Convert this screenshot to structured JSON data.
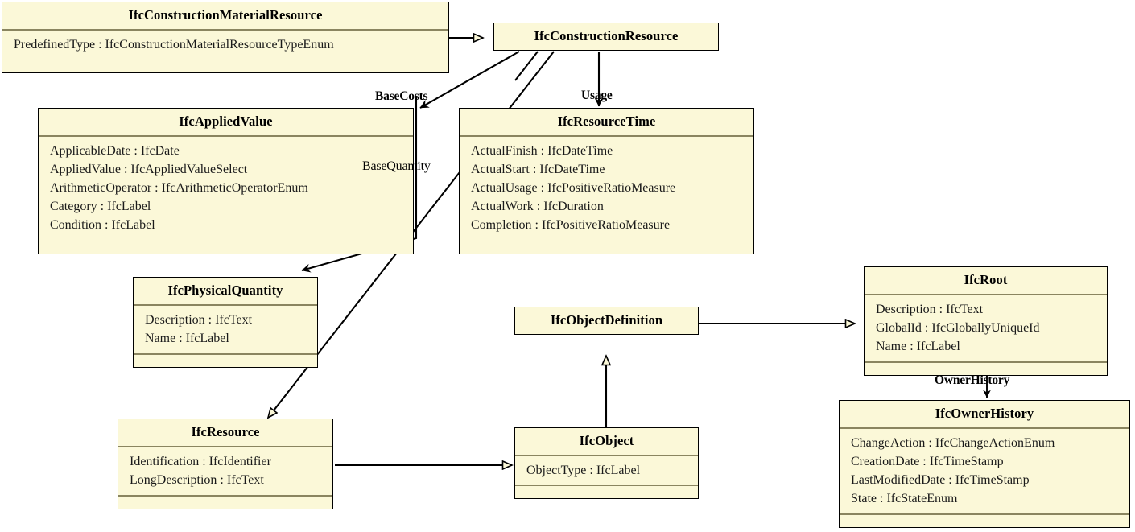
{
  "diagram": {
    "kind": "uml-class-diagram",
    "background": "#ffffff",
    "node_fill": "#fbf8d8",
    "node_border": "#000000",
    "separator_color": "#8a8560",
    "classes": [
      {
        "id": "IfcConstructionMaterialResource",
        "name": "IfcConstructionMaterialResource",
        "attributes": [
          "PredefinedType : IfcConstructionMaterialResourceTypeEnum"
        ],
        "has_operations_compartment": true
      },
      {
        "id": "IfcConstructionResource",
        "name": "IfcConstructionResource",
        "attributes": [],
        "has_operations_compartment": false
      },
      {
        "id": "IfcAppliedValue",
        "name": "IfcAppliedValue",
        "attributes": [
          "ApplicableDate : IfcDate",
          "AppliedValue : IfcAppliedValueSelect",
          "ArithmeticOperator : IfcArithmeticOperatorEnum",
          "Category : IfcLabel",
          "Condition : IfcLabel"
        ],
        "has_operations_compartment": true
      },
      {
        "id": "IfcResourceTime",
        "name": "IfcResourceTime",
        "attributes": [
          "ActualFinish : IfcDateTime",
          "ActualStart : IfcDateTime",
          "ActualUsage : IfcPositiveRatioMeasure",
          "ActualWork : IfcDuration",
          "Completion : IfcPositiveRatioMeasure"
        ],
        "has_operations_compartment": true
      },
      {
        "id": "IfcPhysicalQuantity",
        "name": "IfcPhysicalQuantity",
        "attributes": [
          "Description : IfcText",
          "Name : IfcLabel"
        ],
        "has_operations_compartment": true
      },
      {
        "id": "IfcObjectDefinition",
        "name": "IfcObjectDefinition",
        "attributes": [],
        "has_operations_compartment": false
      },
      {
        "id": "IfcRoot",
        "name": "IfcRoot",
        "attributes": [
          "Description : IfcText",
          "GlobalId : IfcGloballyUniqueId",
          "Name : IfcLabel"
        ],
        "has_operations_compartment": true
      },
      {
        "id": "IfcResource",
        "name": "IfcResource",
        "attributes": [
          "Identification : IfcIdentifier",
          "LongDescription : IfcText"
        ],
        "has_operations_compartment": true
      },
      {
        "id": "IfcObject",
        "name": "IfcObject",
        "attributes": [
          "ObjectType : IfcLabel"
        ],
        "has_operations_compartment": true
      },
      {
        "id": "IfcOwnerHistory",
        "name": "IfcOwnerHistory",
        "attributes": [
          "ChangeAction : IfcChangeActionEnum",
          "CreationDate : IfcTimeStamp",
          "LastModifiedDate : IfcTimeStamp",
          "State : IfcStateEnum"
        ],
        "has_operations_compartment": true
      }
    ],
    "edge_labels": {
      "base_costs": "BaseCosts",
      "base_quantity": "BaseQuantity",
      "usage": "Usage",
      "owner_history": "OwnerHistory"
    },
    "relations": [
      {
        "from": "IfcConstructionMaterialResource",
        "to": "IfcConstructionResource",
        "type": "generalization",
        "label": ""
      },
      {
        "from": "IfcConstructionResource",
        "to": "IfcAppliedValue",
        "type": "association",
        "label": "BaseCosts"
      },
      {
        "from": "IfcConstructionResource",
        "to": "IfcPhysicalQuantity",
        "type": "association",
        "label": "BaseQuantity"
      },
      {
        "from": "IfcConstructionResource",
        "to": "IfcResourceTime",
        "type": "association",
        "label": "Usage"
      },
      {
        "from": "IfcConstructionResource",
        "to": "IfcResource",
        "type": "generalization",
        "label": ""
      },
      {
        "from": "IfcAppliedValue",
        "to": "IfcPhysicalQuantity",
        "type": "association",
        "label": ""
      },
      {
        "from": "IfcObjectDefinition",
        "to": "IfcRoot",
        "type": "generalization",
        "label": ""
      },
      {
        "from": "IfcObject",
        "to": "IfcObjectDefinition",
        "type": "generalization",
        "label": ""
      },
      {
        "from": "IfcResource",
        "to": "IfcObject",
        "type": "generalization",
        "label": ""
      },
      {
        "from": "IfcRoot",
        "to": "IfcOwnerHistory",
        "type": "association",
        "label": "OwnerHistory"
      }
    ]
  }
}
